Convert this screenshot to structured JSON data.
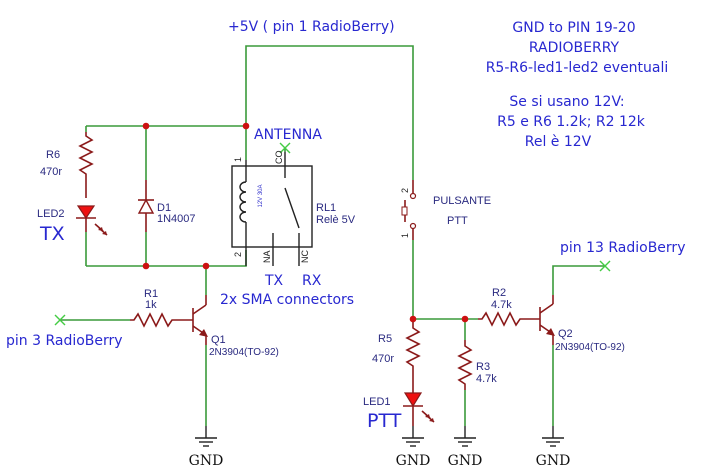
{
  "title_notes": {
    "supply_label": "+5V ( pin 1 RadioBerry)",
    "note_lines": [
      "GND to PIN 19-20",
      "RADIOBERRY",
      "R5-R6-led1-led2 eventuali"
    ],
    "note12v_lines": [
      "Se si usano 12V:",
      "R5 e R6 1.2k;   R2 12k",
      "Rel è  12V"
    ]
  },
  "components": {
    "R6": {
      "ref": "R6",
      "value": "470r"
    },
    "LED2": {
      "ref": "LED2",
      "tag": "TX"
    },
    "D1": {
      "ref": "D1",
      "value": "1N4007"
    },
    "RL1": {
      "ref": "RL1",
      "value": "Relè  5V",
      "inner": "12V 30A",
      "pin1": "1",
      "pin2": "2",
      "co": "CO",
      "na": "NA",
      "nc": "NC"
    },
    "R1": {
      "ref": "R1",
      "value": "1k"
    },
    "Q1": {
      "ref": "Q1",
      "value": "2N3904(TO-92)"
    },
    "SW": {
      "label1": "PULSANTE",
      "label2": "PTT",
      "pin1": "1",
      "pin2": "2"
    },
    "R5": {
      "ref": "R5",
      "value": "470r"
    },
    "LED1": {
      "ref": "LED1",
      "tag": "PTT"
    },
    "R3": {
      "ref": "R3",
      "value": "4.7k"
    },
    "R2": {
      "ref": "R2",
      "value": "4.7k"
    },
    "Q2": {
      "ref": "Q2",
      "value": "2N3904(TO-92)"
    }
  },
  "nets": {
    "antenna": "ANTENNA",
    "tx": "TX",
    "rx": "RX",
    "sma": "2x SMA connectors",
    "pin3": "pin 3 RadioBerry",
    "pin13": "pin 13 RadioBerry",
    "gnd": "GND"
  },
  "colors": {
    "wire": "#3a9a3a",
    "component": "#8b1a1a",
    "junction": "#cc1111",
    "label_blue": "#2828d0",
    "led_fill": "#ee1111"
  }
}
